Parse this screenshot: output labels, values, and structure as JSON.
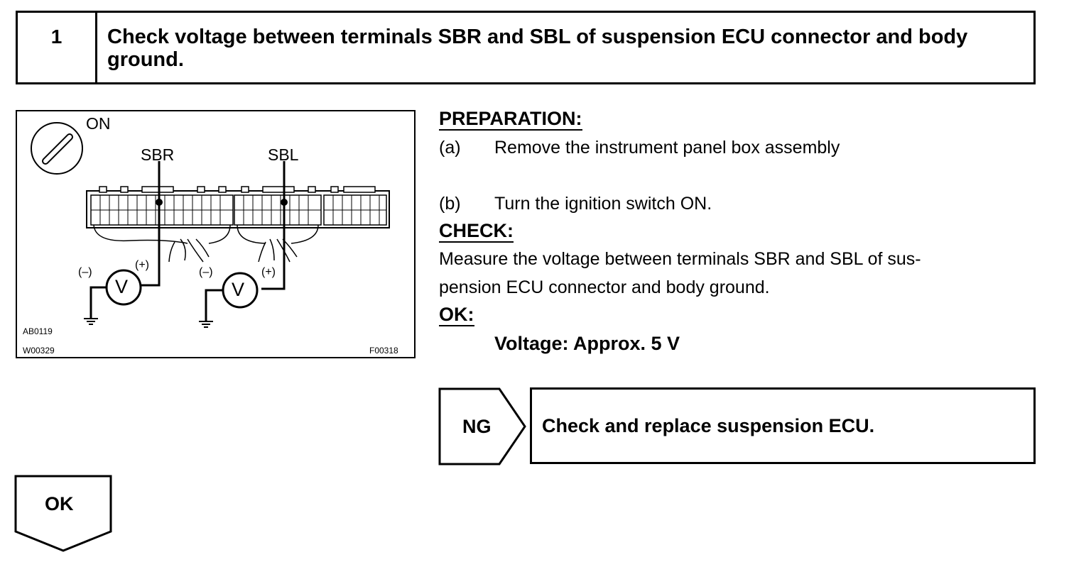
{
  "step": {
    "number": "1",
    "title": "Check voltage between terminals SBR and SBL of suspension ECU connector and body ground."
  },
  "figure": {
    "switch_label": "ON",
    "terminal_left": "SBR",
    "terminal_right": "SBL",
    "meter_symbol": "V",
    "neg_sign": "(–)",
    "pos_sign": "(+)",
    "code_1": "AB0119",
    "code_2": "W00329",
    "code_3": "F00318"
  },
  "preparation": {
    "heading": "PREPARATION:",
    "items": [
      {
        "letter": "(a)",
        "text": "Remove the instrument panel box assembly"
      },
      {
        "letter": "(b)",
        "text": "Turn the ignition switch ON."
      }
    ]
  },
  "check": {
    "heading": "CHECK:",
    "line1": "Measure the voltage between terminals SBR and SBL of sus-",
    "line2": "pension ECU connector and body ground."
  },
  "ok_spec": {
    "heading": "OK:",
    "value": "Voltage: Approx. 5 V"
  },
  "ng": {
    "label": "NG",
    "action": "Check and replace suspension ECU."
  },
  "ok_branch": {
    "label": "OK"
  }
}
